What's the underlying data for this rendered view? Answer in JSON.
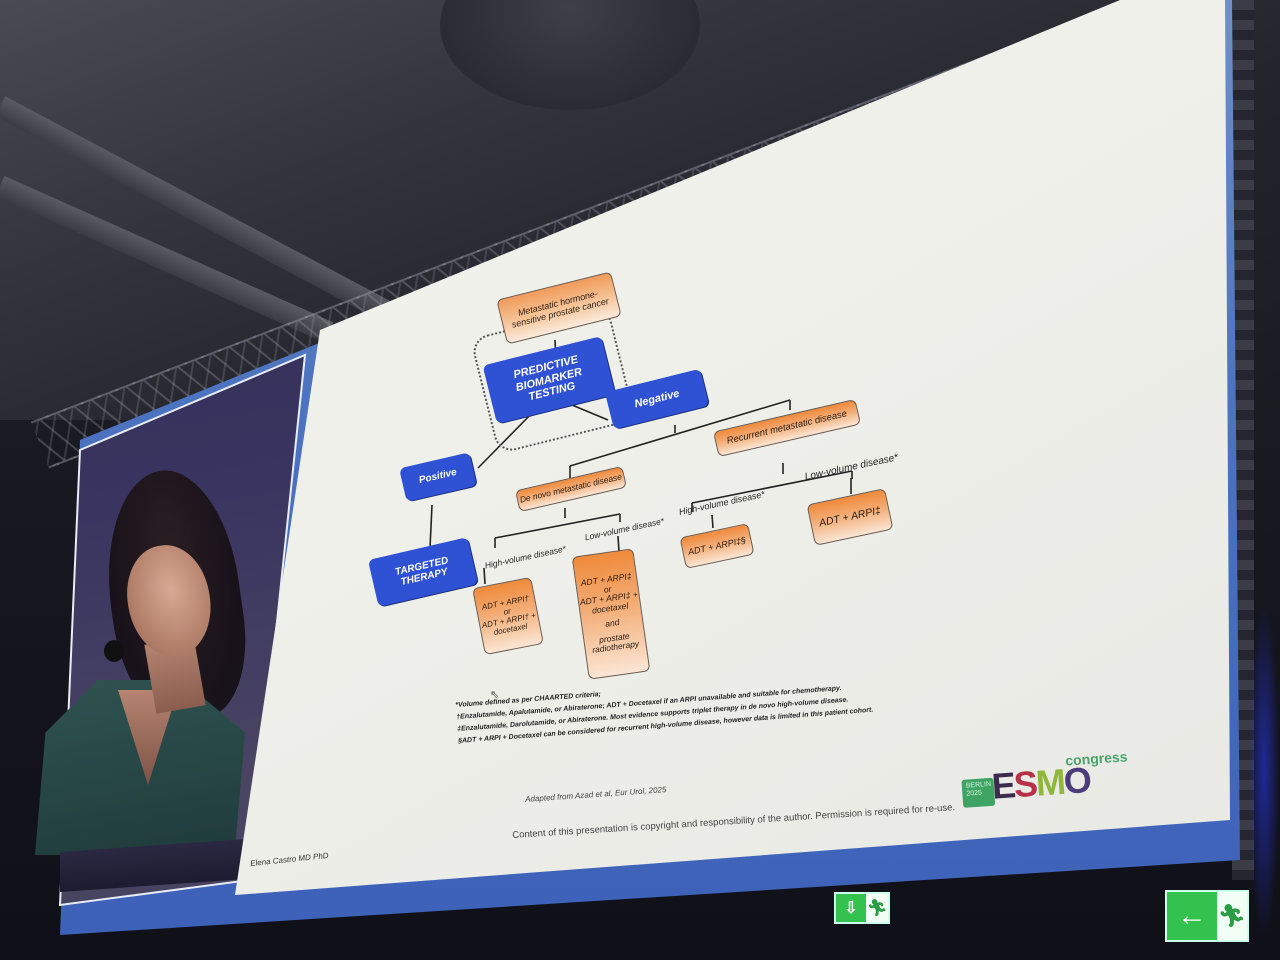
{
  "scene": {
    "type": "photo of projected conference presentation",
    "colors": {
      "screen_border": "#4d74c0",
      "slide_bg": "#efefea",
      "node_blue": "#2f52d4",
      "node_orange": "#ef8a3b",
      "exit_green": "#33c24e"
    }
  },
  "video_panel": {
    "speaker_name": "Elena Castro MD PhD"
  },
  "slide": {
    "diagram": {
      "root": "Metastatic hormone-sensitive prostate cancer",
      "testing": "PREDICTIVE BIOMARKER TESTING",
      "positive": "Positive",
      "targeted_therapy": "TARGETED THERAPY",
      "negative": "Negative",
      "de_novo": "De novo metastatic disease",
      "recurrent": "Recurrent metastatic disease",
      "de_novo_high_label": "High-volume disease*",
      "de_novo_low_label": "Low-volume disease*",
      "recurrent_high_label": "High-volume disease*",
      "recurrent_low_label": "Low-volume disease*",
      "de_novo_high_tx": [
        "ADT + ARPI†",
        "or",
        "ADT + ARPI† +",
        "docetaxel"
      ],
      "de_novo_low_tx": [
        "ADT + ARPI‡",
        "or",
        "ADT + ARPI‡ +",
        "docetaxel",
        "and",
        "prostate",
        "radiotherapy"
      ],
      "recurrent_high_tx": "ADT + ARPI‡§",
      "recurrent_low_tx": "ADT + ARPI‡"
    },
    "footnotes": [
      "*Volume defined as per CHAARTED criteria;",
      "†Enzalutamide, Apalutamide, or Abiraterone; ADT + Docetaxel if an ARPI unavailable and suitable for chemotherapy.",
      "‡Enzalutamide, Darolutamide, or Abiraterone. Most evidence supports triplet therapy in de novo high-volume disease.",
      "§ADT + ARPI + Docetaxel can be considered for recurrent high-volume disease, however data is limited in this patient cohort."
    ],
    "adapted_from": "Adapted from Azad et al, Eur Urol, 2025",
    "copyright": "Content of this presentation is copyright and responsibility of the author. Permission is required for re-use.",
    "logo": {
      "city": "BERLIN",
      "year": "2025",
      "letters": [
        "E",
        "S",
        "M",
        "O"
      ],
      "suffix": "congress"
    }
  },
  "exit_signs": [
    {
      "arrow": "⇩",
      "label": "emergency-exit-down"
    },
    {
      "arrow": "←",
      "label": "emergency-exit-left"
    }
  ],
  "chart_data": {
    "type": "table",
    "title": "mHSPC treatment algorithm after predictive biomarker testing",
    "nodes": [
      {
        "id": "root",
        "text": "Metastatic hormone-sensitive prostate cancer"
      },
      {
        "id": "test",
        "text": "PREDICTIVE BIOMARKER TESTING",
        "parent": "root"
      },
      {
        "id": "pos",
        "text": "Positive",
        "parent": "test"
      },
      {
        "id": "tt",
        "text": "TARGETED THERAPY",
        "parent": "pos"
      },
      {
        "id": "neg",
        "text": "Negative",
        "parent": "test"
      },
      {
        "id": "dn",
        "text": "De novo metastatic disease",
        "parent": "neg"
      },
      {
        "id": "rec",
        "text": "Recurrent metastatic disease",
        "parent": "neg"
      },
      {
        "id": "dnh",
        "text": "High-volume disease*: ADT + ARPI† or ADT + ARPI† + docetaxel",
        "parent": "dn"
      },
      {
        "id": "dnl",
        "text": "Low-volume disease*: ADT + ARPI‡ or ADT + ARPI‡ + docetaxel and prostate radiotherapy",
        "parent": "dn"
      },
      {
        "id": "rh",
        "text": "High-volume disease*: ADT + ARPI‡§",
        "parent": "rec"
      },
      {
        "id": "rl",
        "text": "Low-volume disease*: ADT + ARPI‡",
        "parent": "rec"
      }
    ]
  }
}
